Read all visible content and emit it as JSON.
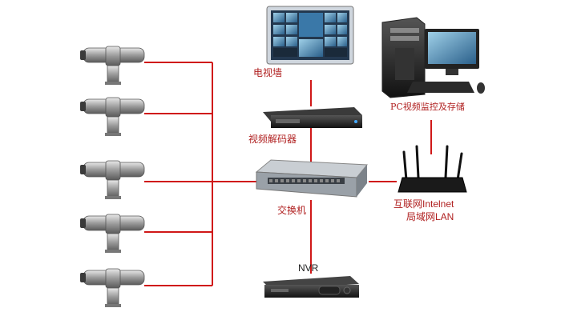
{
  "labels": {
    "video_wall": "电视墙",
    "pc": "PC视频监控及存储",
    "decoder": "视频解码器",
    "switch": "交换机",
    "internet_line1": "互联网Intelnet",
    "internet_line2": "局域网LAN",
    "nvr": "NVR"
  },
  "colors": {
    "link": "#d01818",
    "label": "#b02020"
  },
  "icons": [
    "ptz-camera-icon",
    "video-wall-icon",
    "pc-workstation-icon",
    "video-decoder-icon",
    "network-switch-icon",
    "wifi-router-icon",
    "nvr-recorder-icon"
  ]
}
